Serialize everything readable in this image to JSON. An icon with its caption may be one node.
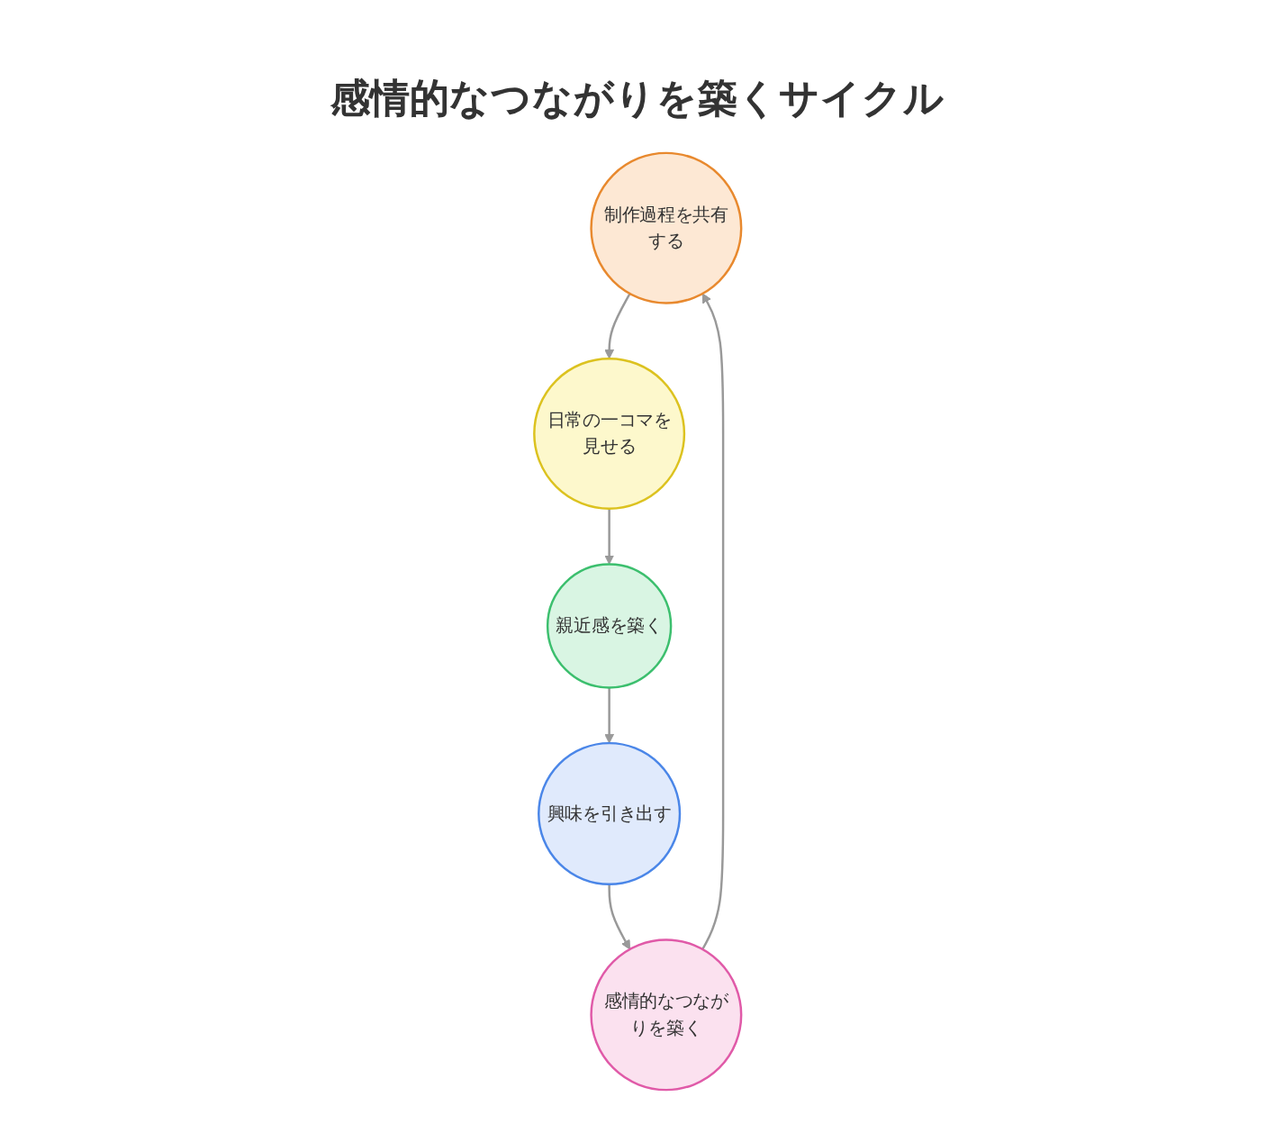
{
  "diagram": {
    "title": "感情的なつながりを築くサイクル",
    "nodes": [
      {
        "text": [
          "制作過程を共有する"
        ]
      },
      {
        "text": [
          "日常の一コマを見せる"
        ]
      },
      {
        "text": [
          "親近感を築く"
        ]
      },
      {
        "text": [
          "興味を引き出す"
        ]
      },
      {
        "text": [
          "感情的なつながりを築く"
        ]
      }
    ],
    "edges": [
      {
        "from": 0,
        "to": 1,
        "arrow": "to"
      },
      {
        "from": 1,
        "to": 2,
        "arrow": "to"
      },
      {
        "from": 2,
        "to": 3,
        "arrow": "to"
      },
      {
        "from": 3,
        "to": 4,
        "arrow": "to"
      },
      {
        "from": 4,
        "to": 0,
        "arrow": "to"
      }
    ]
  }
}
